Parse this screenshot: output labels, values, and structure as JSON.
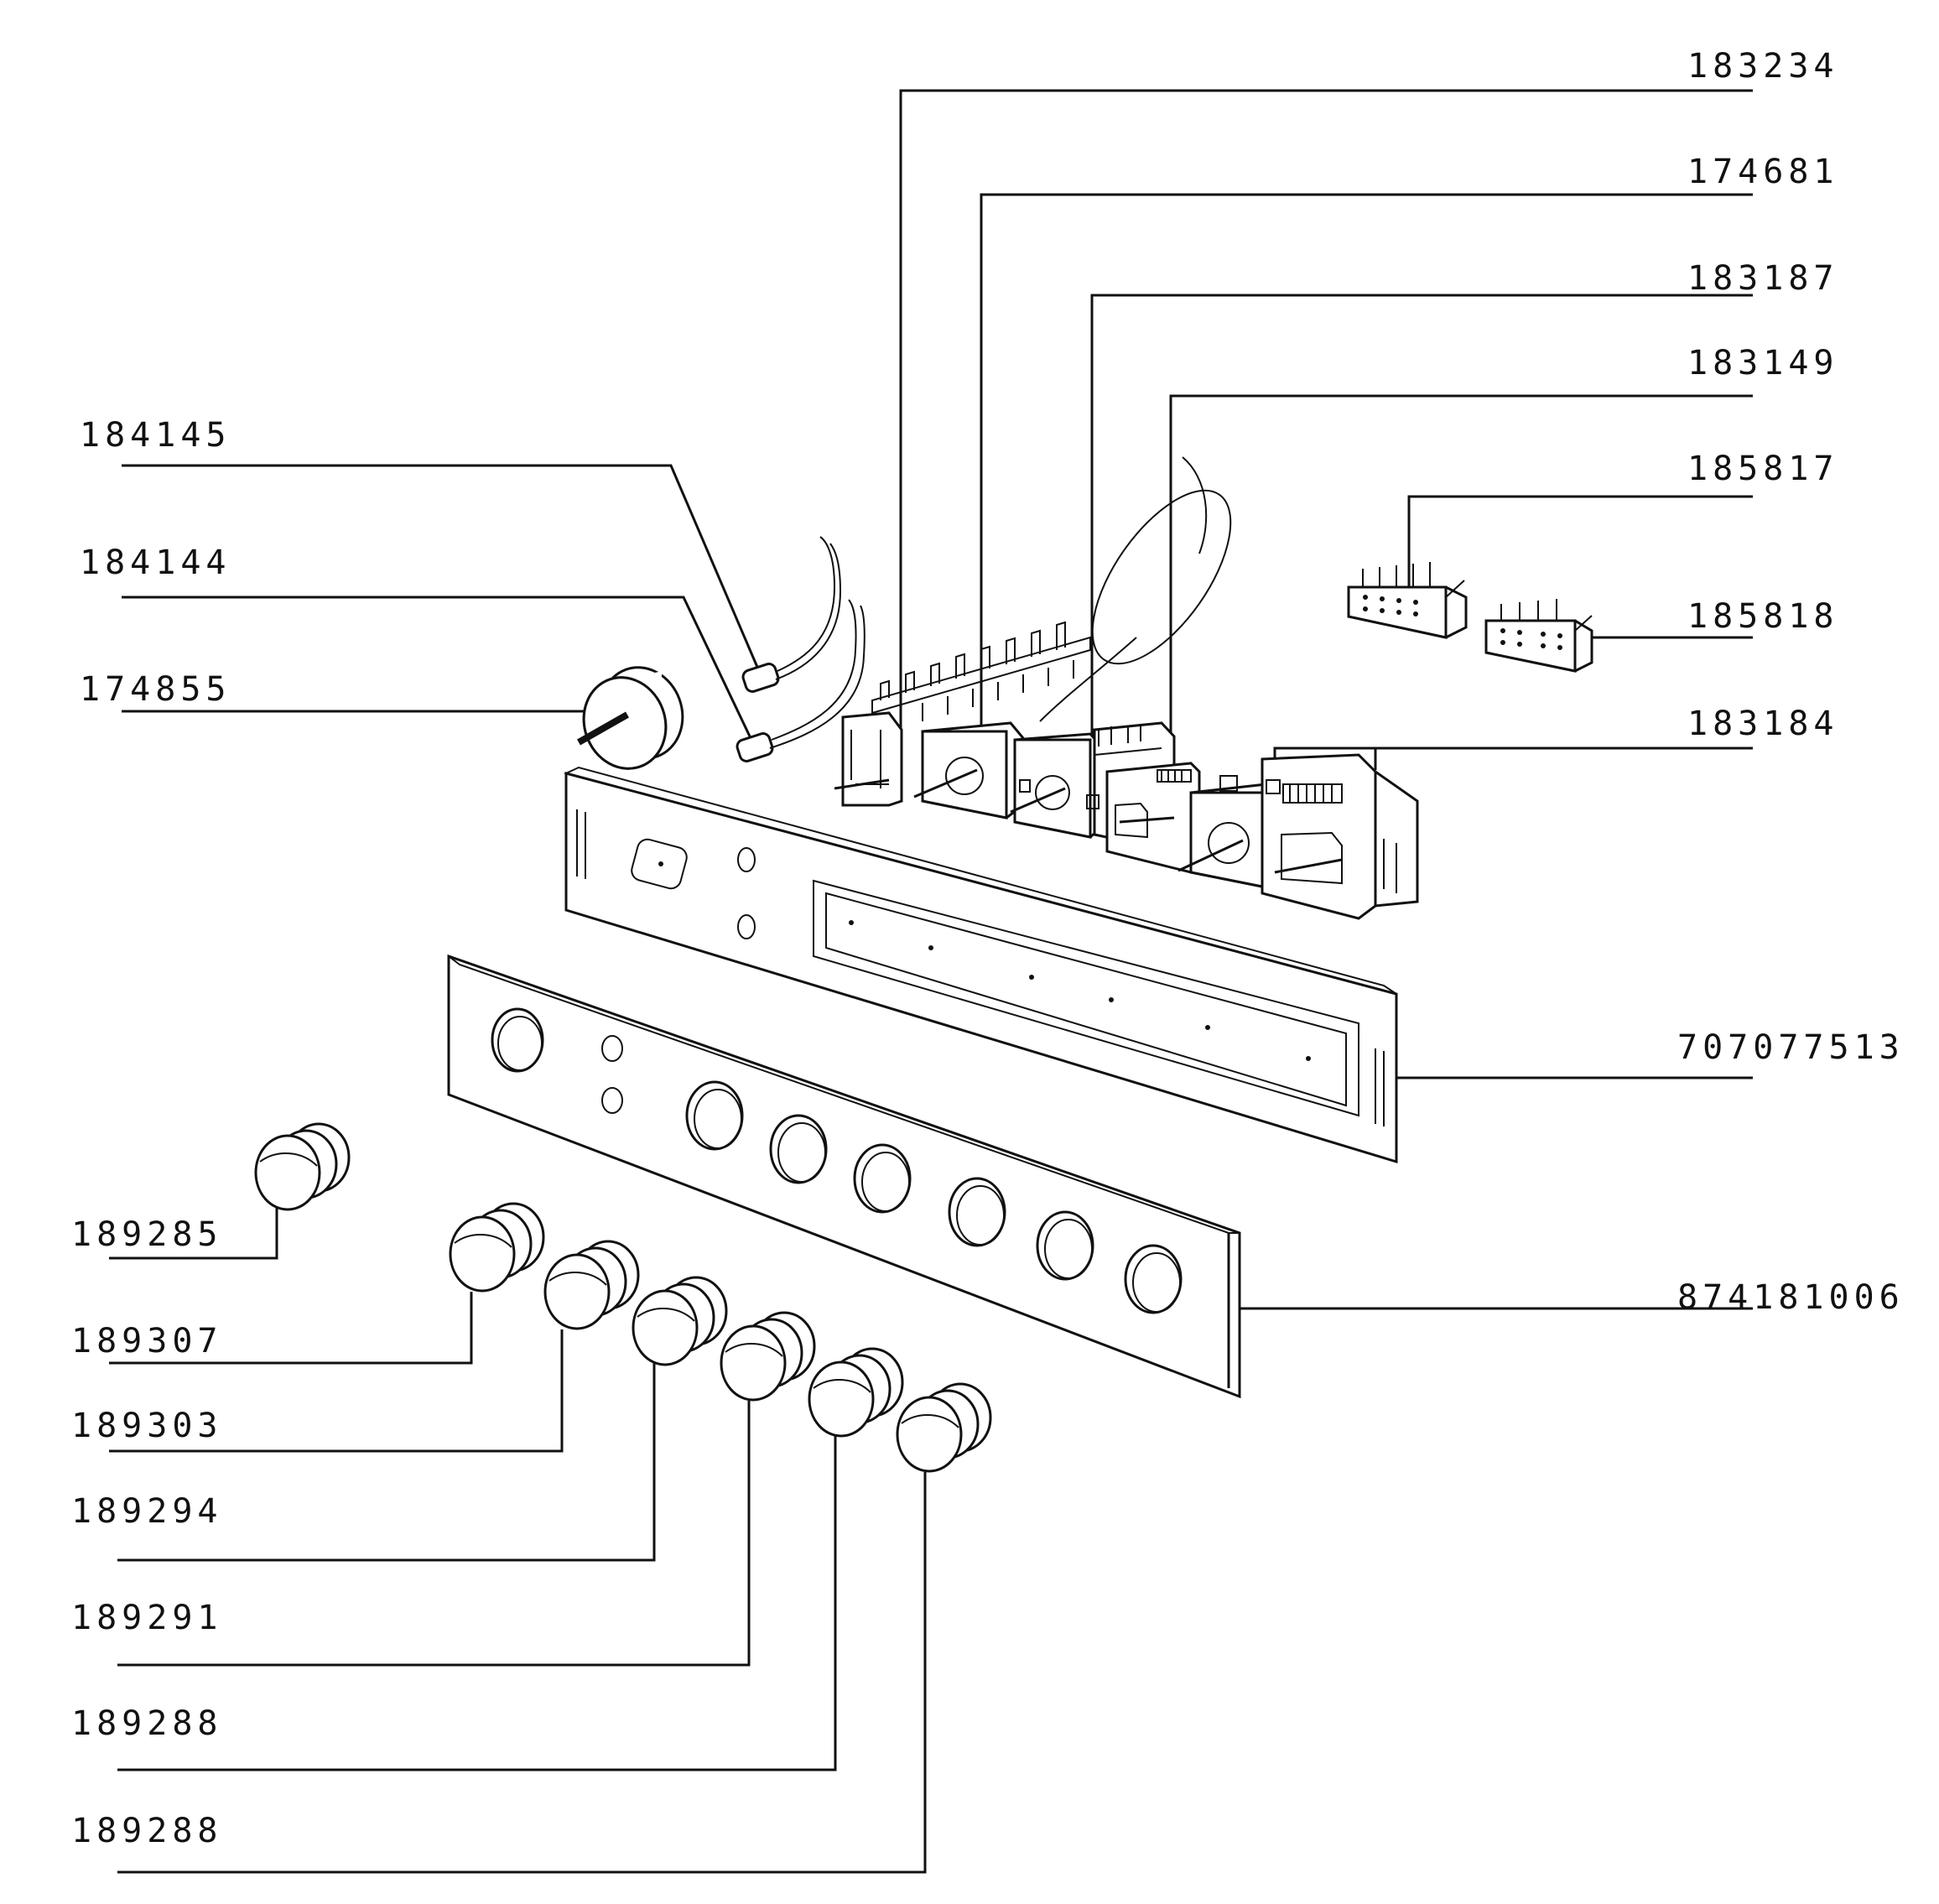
{
  "diagram": {
    "labels": {
      "p183234": "183234",
      "p174681": "174681",
      "p183187": "183187",
      "p183149": "183149",
      "p185817": "185817",
      "p185818": "185818",
      "p183184": "183184",
      "p184145": "184145",
      "p184144": "184144",
      "p174855": "174855",
      "p707077513": "707077513",
      "p874181006": "874181006",
      "p189285": "189285",
      "p189307": "189307",
      "p189303": "189303",
      "p189294": "189294",
      "p189291": "189291",
      "p189288a": "189288",
      "p189288b": "189288"
    }
  }
}
